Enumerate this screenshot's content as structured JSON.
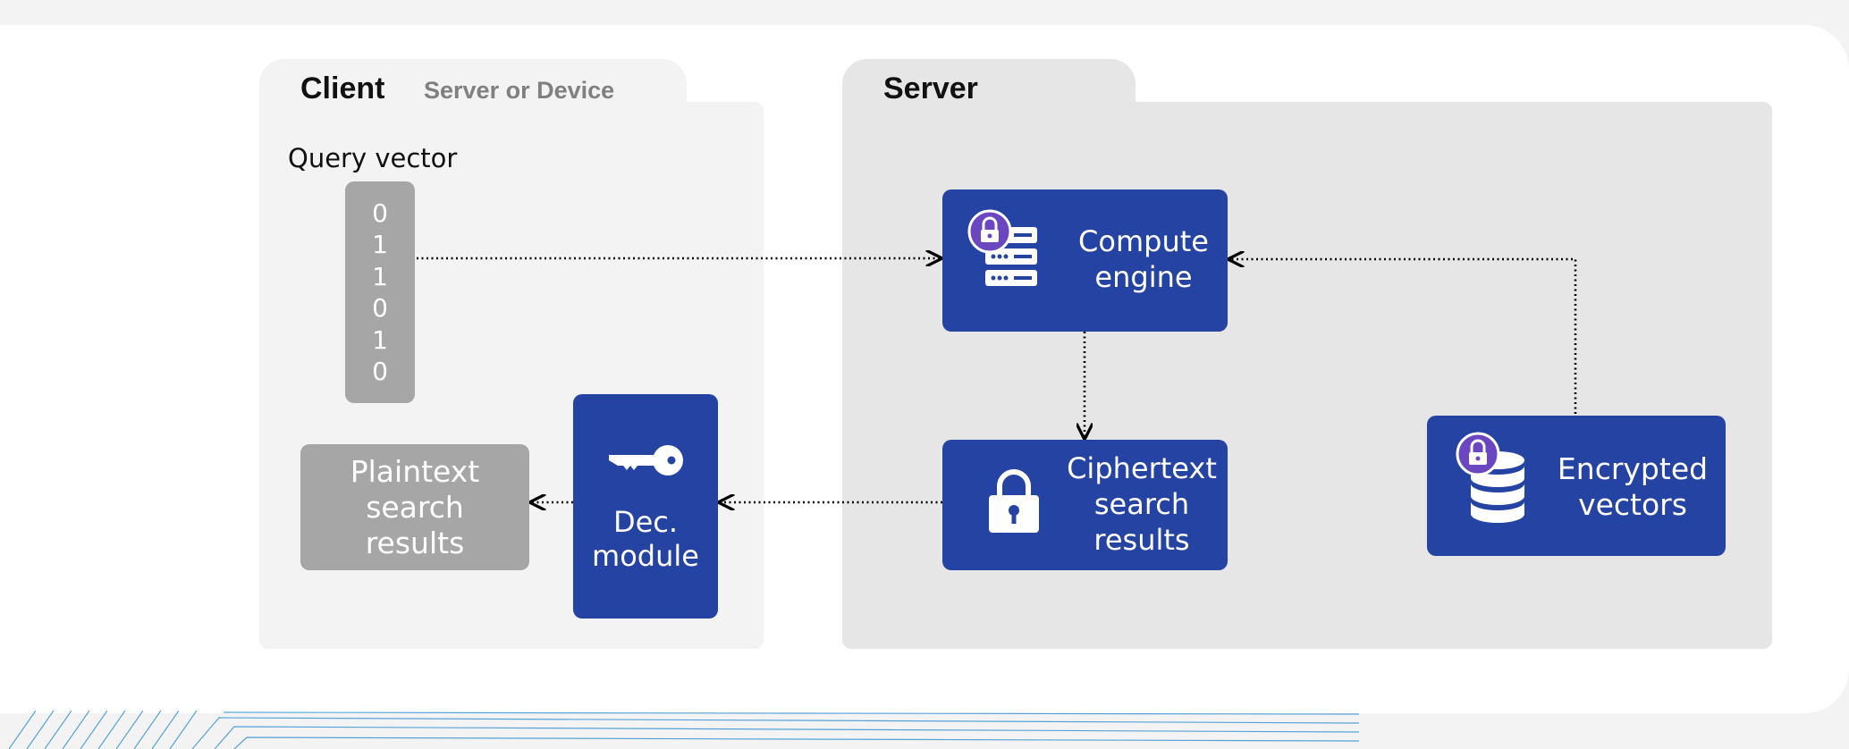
{
  "client": {
    "title": "Client",
    "subtitle": "Server or Device",
    "query_label": "Query vector",
    "query_bits": [
      "0",
      "1",
      "1",
      "0",
      "1",
      "0"
    ],
    "plaintext_results": "Plaintext\nsearch\nresults",
    "dec_module": "Dec.\nmodule"
  },
  "server": {
    "title": "Server",
    "compute_engine": "Compute\nengine",
    "ciphertext_results": "Ciphertext\nsearch\nresults",
    "encrypted_vectors": "Encrypted\nvectors"
  },
  "colors": {
    "node_blue": "#2443a3",
    "node_gray": "#a6a6a6",
    "client_panel": "#f3f3f3",
    "server_panel": "#e6e6e6",
    "lock_badge": "#6b46c1"
  },
  "icons": [
    "server-stack-icon",
    "lock-badge-icon",
    "padlock-icon",
    "key-icon",
    "database-icon"
  ]
}
